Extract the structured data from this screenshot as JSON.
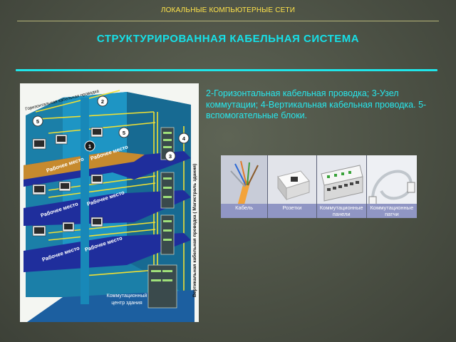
{
  "header": {
    "subject": "ЛОКАЛЬНЫЕ КОМПЬЮТЕРНЫЕ СЕТИ"
  },
  "slide": {
    "title": "СТРУКТУРИРОВАННАЯ КАБЕЛЬНАЯ СИСТЕМА",
    "description": "2-Горизонтальная кабельная проводка; 3-Узел коммутации; 4-Вертикальная кабельная проводка. 5-вспомогательные блоки."
  },
  "diagram": {
    "labels": {
      "horizontal": "Горизонтальная кабельная проводка",
      "vertical": "Вертикальная кабельная проводка ( Магистраль здания)",
      "workplace": "Рабочее место",
      "center_line1": "Коммутационный",
      "center_line2": "центр здания"
    },
    "markers": [
      "1",
      "2",
      "3",
      "4",
      "5",
      "5"
    ]
  },
  "components": [
    {
      "label": "Кабель"
    },
    {
      "label": "Розетки"
    },
    {
      "label": "Коммутационные панели"
    },
    {
      "label": "Коммутационные патчи"
    }
  ],
  "colors": {
    "heading": "#ffe34a",
    "title": "#16e0e8",
    "floor": "#1f2e9c",
    "cable": "#f0e033"
  }
}
